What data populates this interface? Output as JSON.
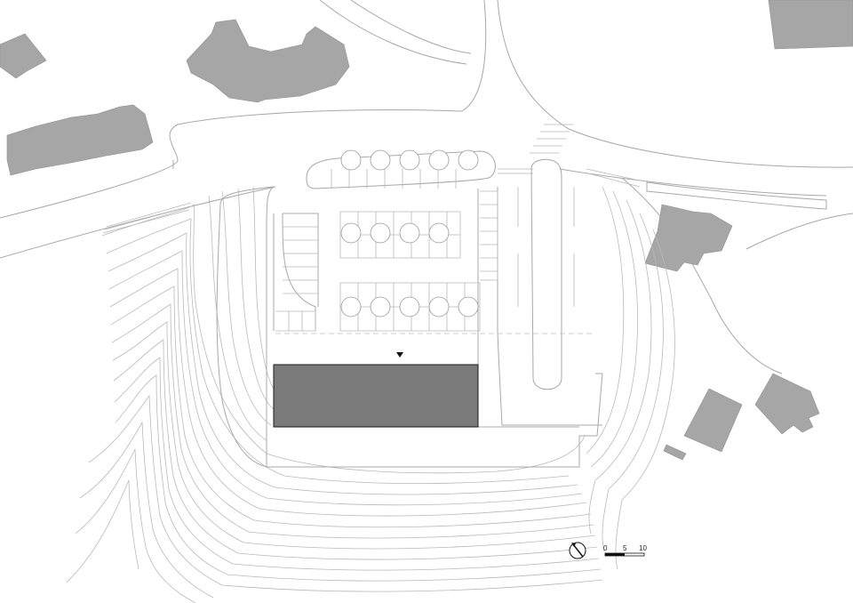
{
  "plan": {
    "colors": {
      "background": "#ffffff",
      "lines": "#b9b9b9",
      "neighbor_buildings": "#a6a6a6",
      "main_building": "#7a7a7a"
    },
    "icons": {
      "north_arrow": "north-arrow-icon",
      "entrance": "entrance-marker-icon"
    },
    "scale_bar": {
      "labels": [
        "0",
        "5",
        "10"
      ]
    }
  }
}
